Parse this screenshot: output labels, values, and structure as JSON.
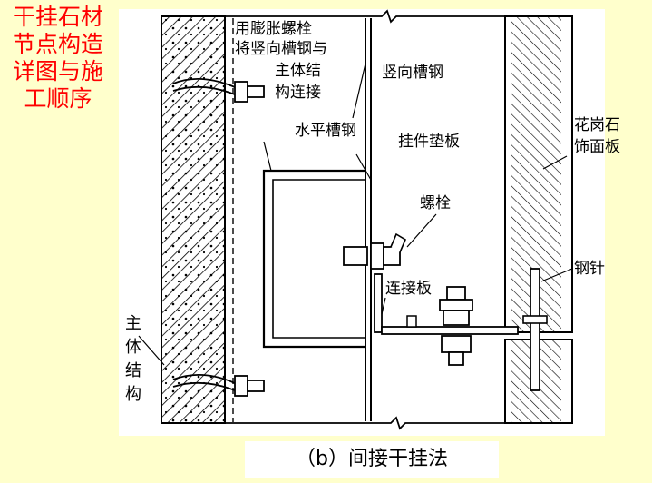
{
  "slide": {
    "title_lines": [
      "干挂石材",
      "节点构造",
      "详图与施",
      "工顺序"
    ],
    "title_color": "#FF0000",
    "background": "#FFFFCC"
  },
  "diagram": {
    "labels": {
      "bolt_note_1": "用膨胀螺栓",
      "bolt_note_2": "将竖向槽钢与",
      "bolt_note_3": "主体结",
      "bolt_note_4": "构连接",
      "vertical_channel": "竖向槽钢",
      "horizontal_channel": "水平槽钢",
      "hanger_pad": "挂件垫板",
      "bolt": "螺栓",
      "connecting_plate": "连接板",
      "granite_line_1": "花岗石",
      "granite_line_2": "饰面板",
      "steel_pin": "钢针",
      "main_structure": "主体结构"
    }
  },
  "caption": "（b）间接干挂法"
}
